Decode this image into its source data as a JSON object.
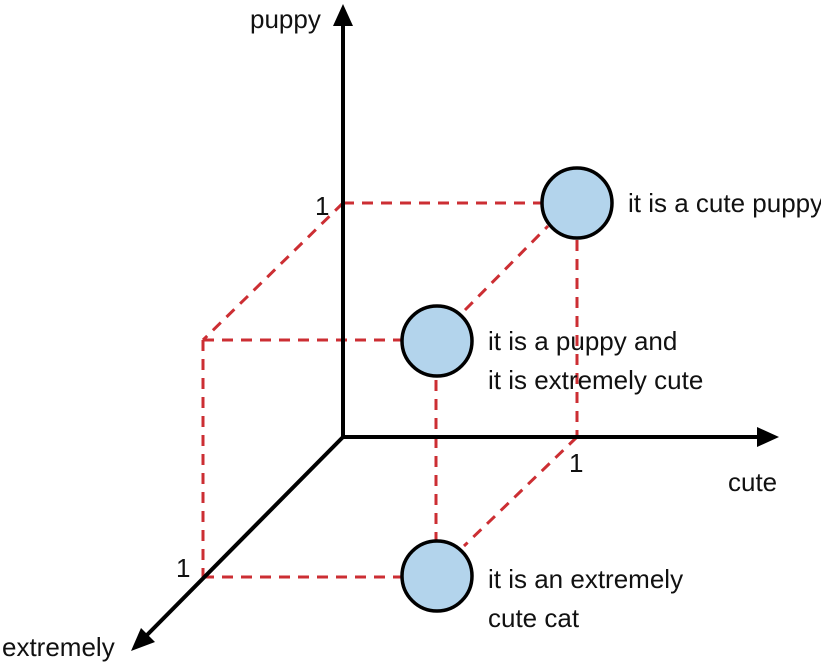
{
  "axes": {
    "vertical_label": "puppy",
    "horizontal_label": "cute",
    "diagonal_label": "extremely",
    "tick_vertical": "1",
    "tick_horizontal": "1",
    "tick_diagonal": "1"
  },
  "points": {
    "cute_puppy": {
      "label": "it is a cute puppy"
    },
    "puppy_extremely_cute": {
      "line1": "it is a puppy and",
      "line2": "it is extremely cute"
    },
    "extremely_cute_cat": {
      "line1": "it is an extremely",
      "line2": "cute cat"
    }
  },
  "colors": {
    "axis": "#000000",
    "dashed": "#cc2e33",
    "point_fill": "#b3d4ec"
  }
}
